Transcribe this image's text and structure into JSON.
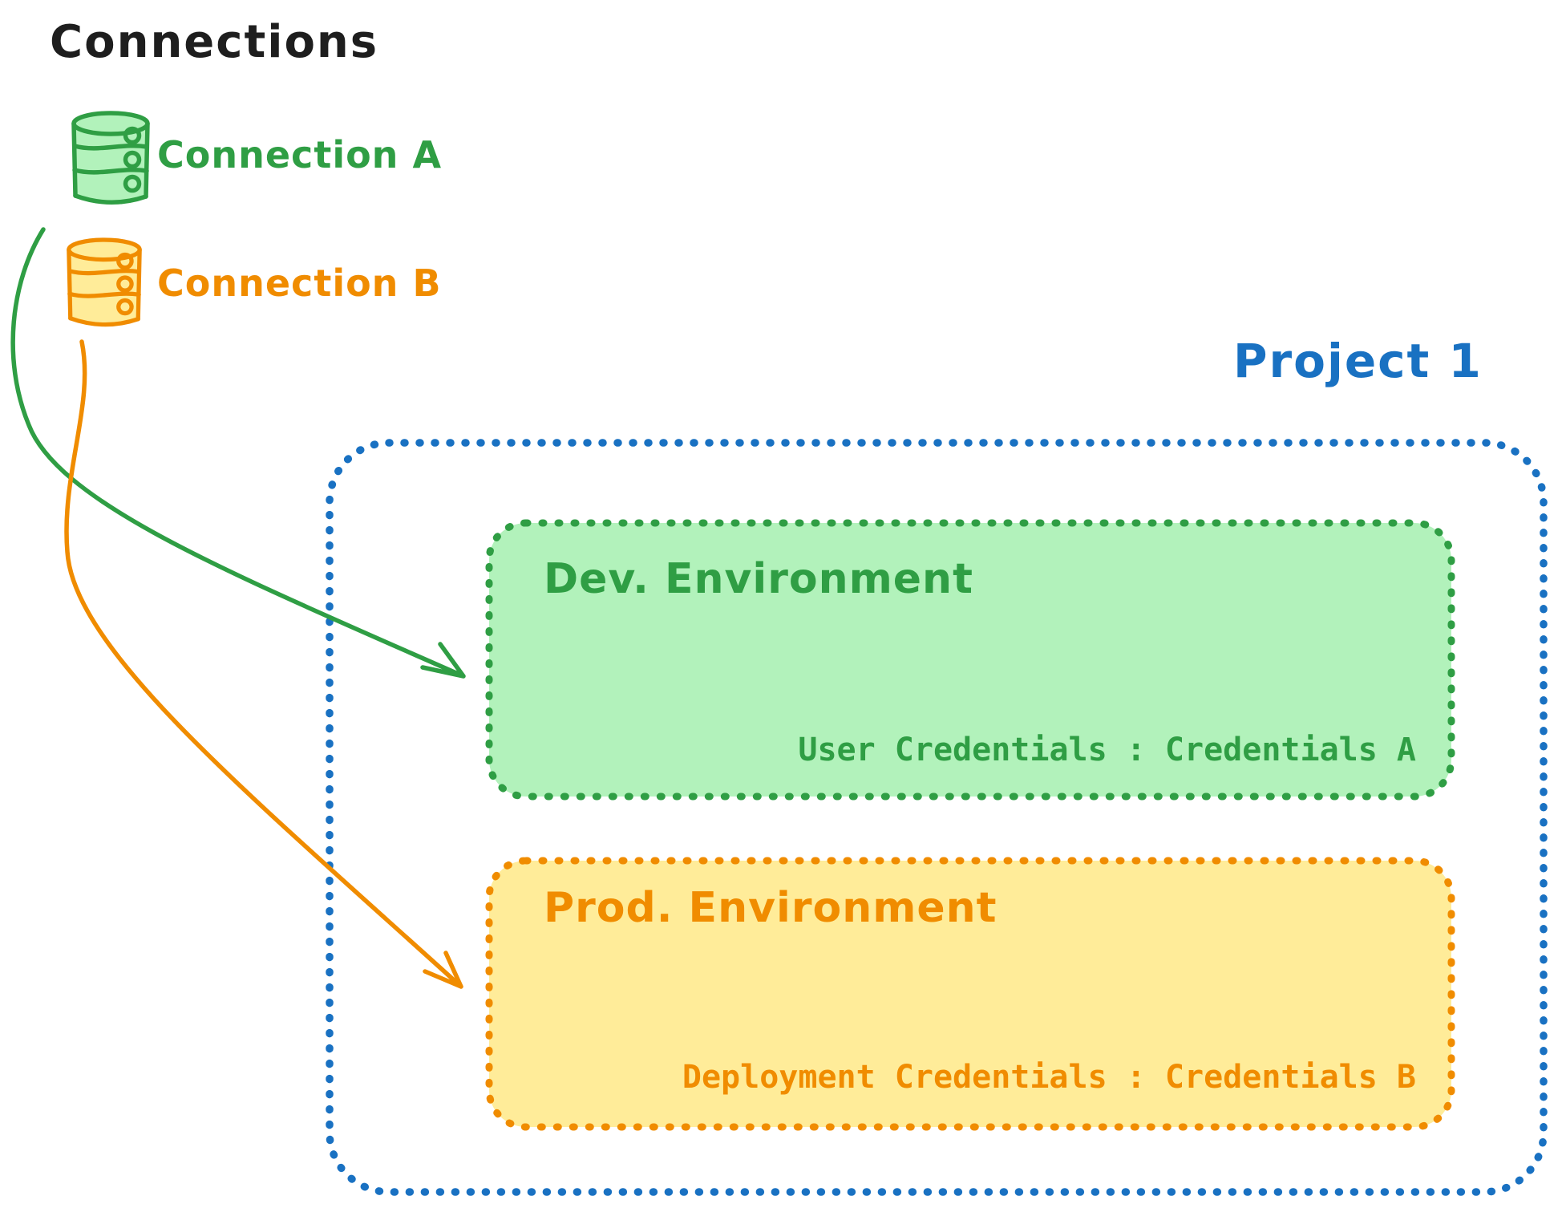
{
  "title": "Connections",
  "colors": {
    "ink": "#1e1e1e",
    "green": "#2f9e44",
    "green_fill": "#b2f2bb",
    "orange": "#f08c00",
    "orange_fill": "#ffec99",
    "blue": "#1971c2",
    "background": "#ffffff"
  },
  "connections": [
    {
      "label": "Connection A",
      "icon": "database-icon",
      "color": "#2f9e44"
    },
    {
      "label": "Connection B",
      "icon": "database-icon",
      "color": "#f08c00"
    }
  ],
  "project": {
    "label": "Project 1",
    "environments": [
      {
        "name": "Dev. Environment",
        "credentials_text": "User Credentials : Credentials A"
      },
      {
        "name": "Prod. Environment",
        "credentials_text": "Deployment Credentials : Credentials B"
      }
    ]
  },
  "arrows": [
    {
      "from": "Connection A",
      "to": "Dev. Environment",
      "color": "#2f9e44"
    },
    {
      "from": "Connection B",
      "to": "Prod. Environment",
      "color": "#f08c00"
    }
  ]
}
